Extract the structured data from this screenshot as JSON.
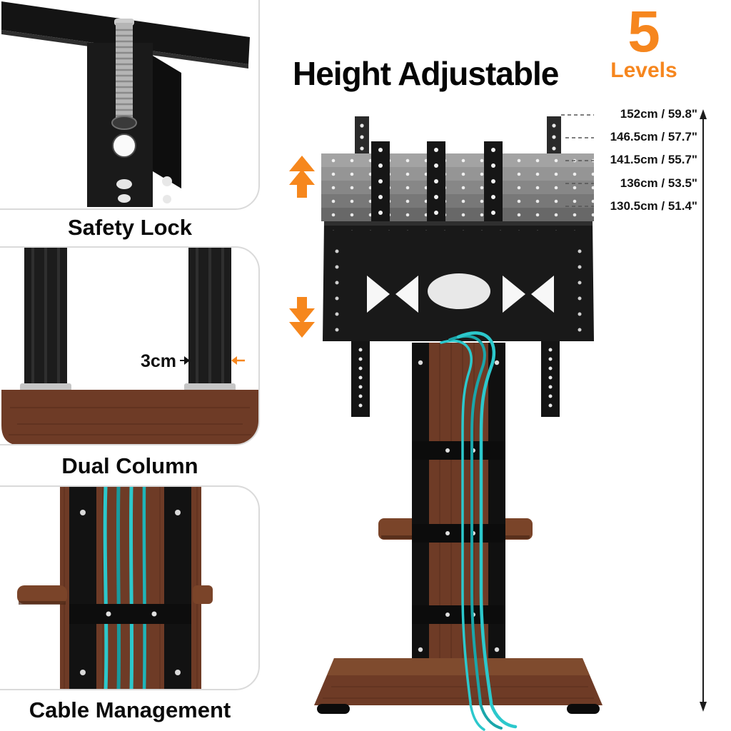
{
  "title": "Height Adjustable",
  "levels_badge": {
    "number": "5",
    "label": "Levels"
  },
  "measurements": [
    "152cm / 59.8\"",
    "146.5cm / 57.7\"",
    "141.5cm / 55.7\"",
    "136cm / 53.5\"",
    "130.5cm / 51.4\""
  ],
  "features": [
    {
      "label": "Safety Lock"
    },
    {
      "label": "Dual Column",
      "dimension": "3cm"
    },
    {
      "label": "Cable Management"
    }
  ],
  "colors": {
    "accent_orange": "#F6861E",
    "wood_brown": "#6E3B26",
    "metal_black": "#141414",
    "cable_teal": "#2CC8CC"
  }
}
